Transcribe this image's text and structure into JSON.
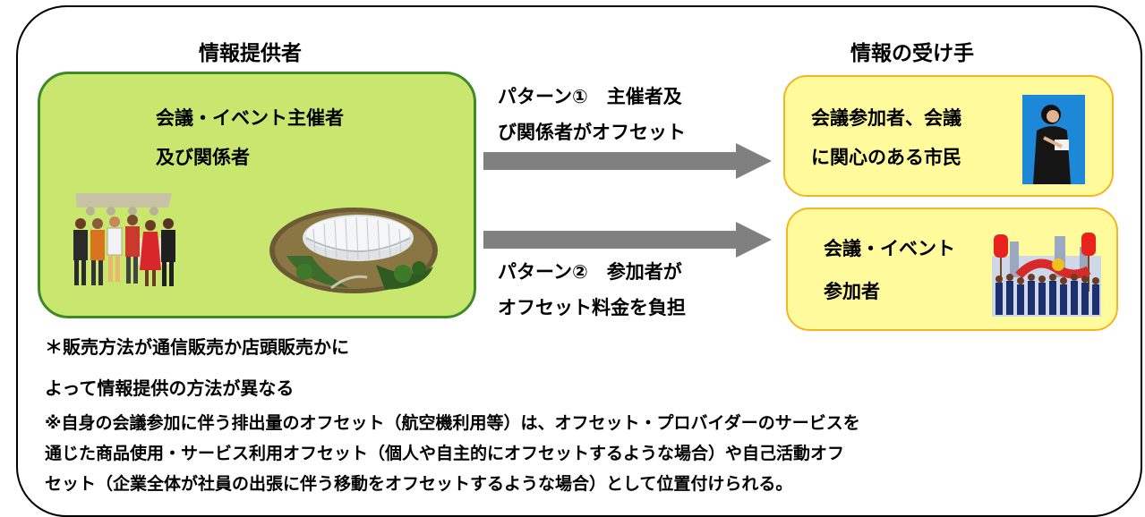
{
  "provider": {
    "heading": "情報提供者",
    "box_line1": "会議・イベント主催者",
    "box_line2": "及び関係者"
  },
  "receiver": {
    "heading": "情報の受け手",
    "box1_line1": "会議参加者、会議",
    "box1_line2": "に関心のある市民",
    "box2_line1": "会議・イベント",
    "box2_line2": "参加者"
  },
  "patterns": {
    "p1_line1": "パターン①　主催者及",
    "p1_line2": "び関係者がオフセット",
    "p2_line1": "パターン②　参加者が",
    "p2_line2": "オフセット料金を負担"
  },
  "notes": {
    "star_line1": "＊販売方法が通信販売か店頭販売かに",
    "star_line2": "よって情報提供の方法が異なる",
    "ref_line1": "※自身の会議参加に伴う排出量のオフセット（航空機利用等）は、オフセット・プロバイダーのサービスを",
    "ref_line2": "通じた商品使用・サービス利用オフセット（個人や自主的にオフセットするような場合）や自己活動オフ",
    "ref_line3": "セット（企業全体が社員の出張に伴う移動をオフセットするような場合）として位置付けられる。"
  },
  "colors": {
    "provider_fill": "#c9e76f",
    "provider_border": "#3f8a26",
    "receiver_fill": "#fffa9b",
    "receiver_border": "#f3b521",
    "arrow": "#808080"
  },
  "icons": [
    "party-people-clipart",
    "stadium-clipart",
    "businesswoman-clipart",
    "parade-crowd-clipart"
  ]
}
